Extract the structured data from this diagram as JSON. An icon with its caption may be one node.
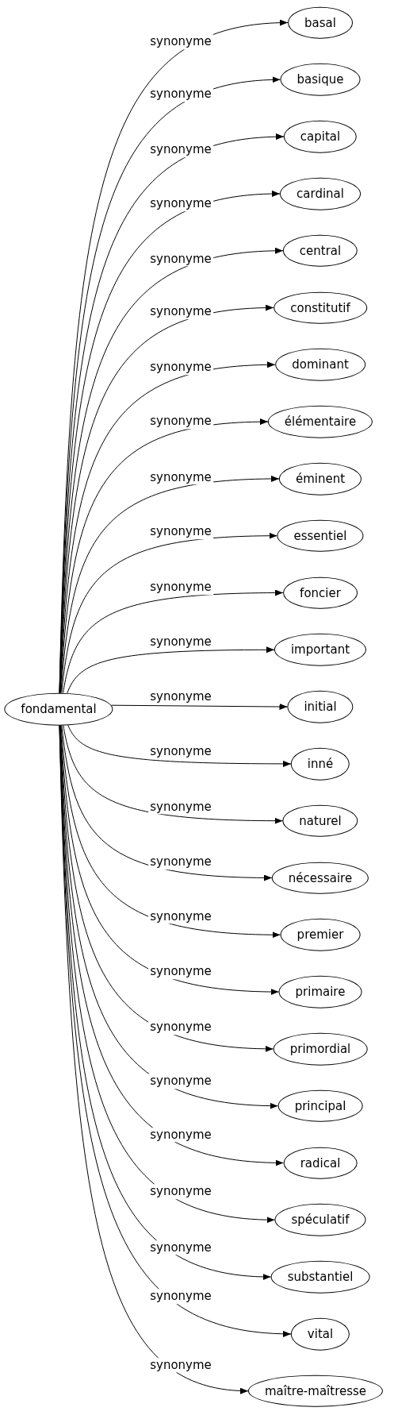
{
  "diagram": {
    "nodes": [
      {
        "text": [
          "fondamental"
        ]
      },
      {
        "text": [
          "basal"
        ]
      },
      {
        "text": [
          "basique"
        ]
      },
      {
        "text": [
          "capital"
        ]
      },
      {
        "text": [
          "cardinal"
        ]
      },
      {
        "text": [
          "central"
        ]
      },
      {
        "text": [
          "constitutif"
        ]
      },
      {
        "text": [
          "dominant"
        ]
      },
      {
        "text": [
          "élémentaire"
        ]
      },
      {
        "text": [
          "éminent"
        ]
      },
      {
        "text": [
          "essentiel"
        ]
      },
      {
        "text": [
          "foncier"
        ]
      },
      {
        "text": [
          "important"
        ]
      },
      {
        "text": [
          "initial"
        ]
      },
      {
        "text": [
          "inné"
        ]
      },
      {
        "text": [
          "naturel"
        ]
      },
      {
        "text": [
          "nécessaire"
        ]
      },
      {
        "text": [
          "premier"
        ]
      },
      {
        "text": [
          "primaire"
        ]
      },
      {
        "text": [
          "primordial"
        ]
      },
      {
        "text": [
          "principal"
        ]
      },
      {
        "text": [
          "radical"
        ]
      },
      {
        "text": [
          "spéculatif"
        ]
      },
      {
        "text": [
          "substantiel"
        ]
      },
      {
        "text": [
          "vital"
        ]
      },
      {
        "text": [
          "maître-maîtresse"
        ]
      }
    ],
    "edges": [
      {
        "from": 0,
        "to": 1,
        "arrow": "to",
        "label": "synonyme"
      },
      {
        "from": 0,
        "to": 2,
        "arrow": "to",
        "label": "synonyme"
      },
      {
        "from": 0,
        "to": 3,
        "arrow": "to",
        "label": "synonyme"
      },
      {
        "from": 0,
        "to": 4,
        "arrow": "to",
        "label": "synonyme"
      },
      {
        "from": 0,
        "to": 5,
        "arrow": "to",
        "label": "synonyme"
      },
      {
        "from": 0,
        "to": 6,
        "arrow": "to",
        "label": "synonyme"
      },
      {
        "from": 0,
        "to": 7,
        "arrow": "to",
        "label": "synonyme"
      },
      {
        "from": 0,
        "to": 8,
        "arrow": "to",
        "label": "synonyme"
      },
      {
        "from": 0,
        "to": 9,
        "arrow": "to",
        "label": "synonyme"
      },
      {
        "from": 0,
        "to": 10,
        "arrow": "to",
        "label": "synonyme"
      },
      {
        "from": 0,
        "to": 11,
        "arrow": "to",
        "label": "synonyme"
      },
      {
        "from": 0,
        "to": 12,
        "arrow": "to",
        "label": "synonyme"
      },
      {
        "from": 0,
        "to": 13,
        "arrow": "to",
        "label": "synonyme"
      },
      {
        "from": 0,
        "to": 14,
        "arrow": "to",
        "label": "synonyme"
      },
      {
        "from": 0,
        "to": 15,
        "arrow": "to",
        "label": "synonyme"
      },
      {
        "from": 0,
        "to": 16,
        "arrow": "to",
        "label": "synonyme"
      },
      {
        "from": 0,
        "to": 17,
        "arrow": "to",
        "label": "synonyme"
      },
      {
        "from": 0,
        "to": 18,
        "arrow": "to",
        "label": "synonyme"
      },
      {
        "from": 0,
        "to": 19,
        "arrow": "to",
        "label": "synonyme"
      },
      {
        "from": 0,
        "to": 20,
        "arrow": "to",
        "label": "synonyme"
      },
      {
        "from": 0,
        "to": 21,
        "arrow": "to",
        "label": "synonyme"
      },
      {
        "from": 0,
        "to": 22,
        "arrow": "to",
        "label": "synonyme"
      },
      {
        "from": 0,
        "to": 23,
        "arrow": "to",
        "label": "synonyme"
      },
      {
        "from": 0,
        "to": 24,
        "arrow": "to",
        "label": "synonyme"
      },
      {
        "from": 0,
        "to": 25,
        "arrow": "to",
        "label": "synonyme"
      }
    ]
  }
}
